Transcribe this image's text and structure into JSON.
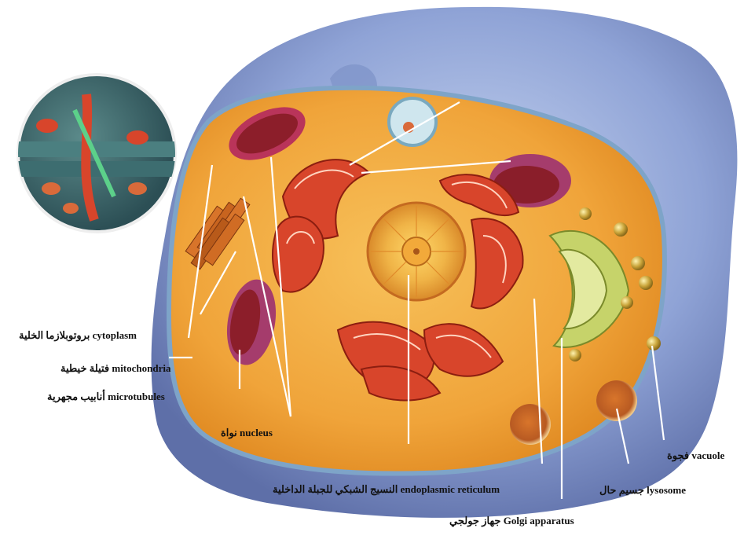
{
  "labels": {
    "cytoplasm": "بروتوبلازما الخلية cytoplasm",
    "mitochondria": "فتيلة خيطية mitochondria",
    "microtubules": "أنابيب مجهرية microtubules",
    "nucleus": "نواة nucleus",
    "endoplasmic_reticulum": "النسيج الشبكي للجبلة الداخلية endoplasmic reticulum",
    "golgi": "جهاز جولجي Golgi apparatus",
    "lysosome": "جسيم حال lysosome",
    "vacuole": "فجوة vacuole"
  },
  "colors": {
    "membrane": "#8fa3d6",
    "cytoplasm": "#f2a93a",
    "organelle_red": "#d8452b",
    "golgi_green": "#c6d36a",
    "vacuole": "#a53c6c"
  }
}
